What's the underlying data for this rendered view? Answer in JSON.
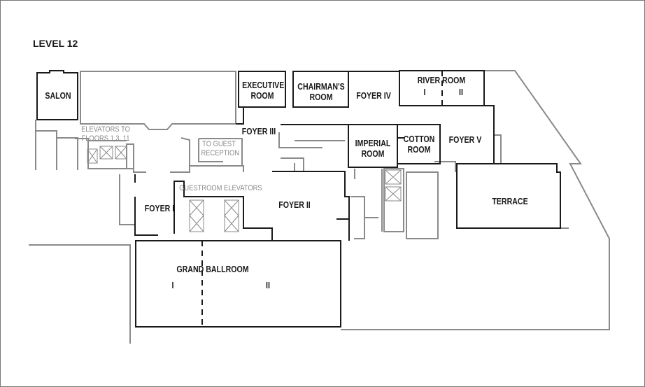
{
  "title": "LEVEL 12",
  "rooms": {
    "salon": "SALON",
    "executive": [
      "EXECUTIVE",
      "ROOM"
    ],
    "chairmans": [
      "CHAIRMAN'S",
      "ROOM"
    ],
    "foyer_iv": "FOYER IV",
    "river_room": "RIVER ROOM",
    "river_i": "I",
    "river_ii": "II",
    "foyer_iii": "FOYER III",
    "imperial": [
      "IMPERIAL",
      "ROOM"
    ],
    "cotton": [
      "COTTON",
      "ROOM"
    ],
    "foyer_v": "FOYER V",
    "terrace": "TERRACE",
    "foyer_i": "FOYER I",
    "foyer_ii": "FOYER II",
    "grand_ballroom": "GRAND BALLROOM",
    "ballroom_i": "I",
    "ballroom_ii": "II"
  },
  "service_labels": {
    "elevators_floors": [
      "ELEVATORS TO",
      "FLOORS 1,3, 11"
    ],
    "to_guest_reception": [
      "TO GUEST",
      "RECEPTION"
    ],
    "guestroom_elevators": "GUESTROOM ELEVATORS"
  },
  "colors": {
    "walls": "#1a1a1a",
    "service_areas": "#8a8a8a"
  }
}
